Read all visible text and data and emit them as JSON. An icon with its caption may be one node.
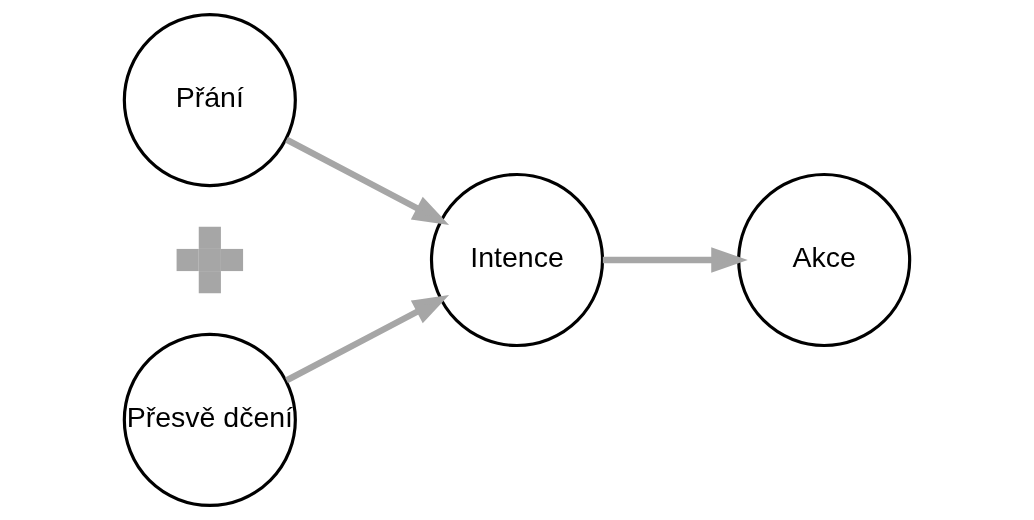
{
  "diagram": {
    "nodes": [
      {
        "text": [
          "Přání"
        ]
      },
      {
        "text": [],
        "shape": "plus"
      },
      {
        "text": [
          "Přesvě dčení"
        ]
      },
      {
        "text": [
          "Intence"
        ]
      },
      {
        "text": [
          "Akce"
        ]
      }
    ],
    "edges": [
      {
        "from": 0,
        "to": 3,
        "arrow": "to"
      },
      {
        "from": 2,
        "to": 3,
        "arrow": "to"
      },
      {
        "from": 3,
        "to": 4,
        "arrow": "to"
      }
    ]
  }
}
